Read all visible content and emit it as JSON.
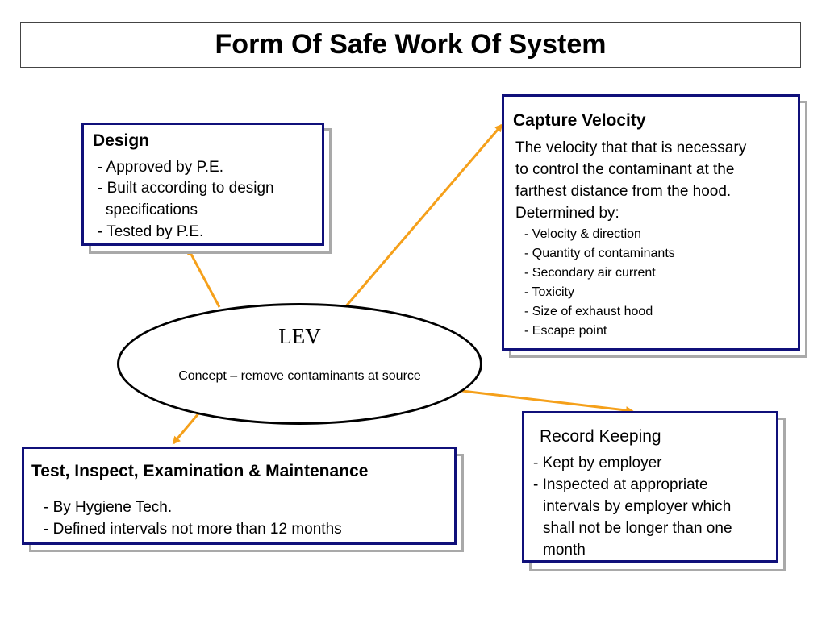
{
  "title": "Form Of Safe Work Of System",
  "design": {
    "heading": "Design",
    "lines": [
      "- Approved by P.E.",
      "- Built according to design",
      "specifications",
      "- Tested by P.E."
    ]
  },
  "capture_velocity": {
    "heading": "Capture Velocity",
    "description": [
      "The velocity that that is necessary",
      "to control the contaminant at the",
      "farthest distance from the hood.",
      "Determined by:"
    ],
    "items": [
      "- Velocity & direction",
      "- Quantity of contaminants",
      "- Secondary air current",
      "- Toxicity",
      "- Size of exhaust hood",
      "- Escape point"
    ]
  },
  "lev": {
    "title": "LEV",
    "concept": "Concept – remove contaminants at source"
  },
  "test_inspect": {
    "heading": "Test, Inspect, Examination & Maintenance",
    "lines": [
      "- By Hygiene Tech.",
      "- Defined intervals not more than 12 months"
    ]
  },
  "record_keeping": {
    "heading": "Record Keeping",
    "lines": [
      "- Kept by employer",
      "- Inspected at appropriate",
      "intervals by employer which",
      "shall not be longer than one",
      "month"
    ]
  },
  "colors": {
    "box_border": "#10107a",
    "shadow": "#a9a9a9",
    "arrow": "#f5a01a"
  }
}
